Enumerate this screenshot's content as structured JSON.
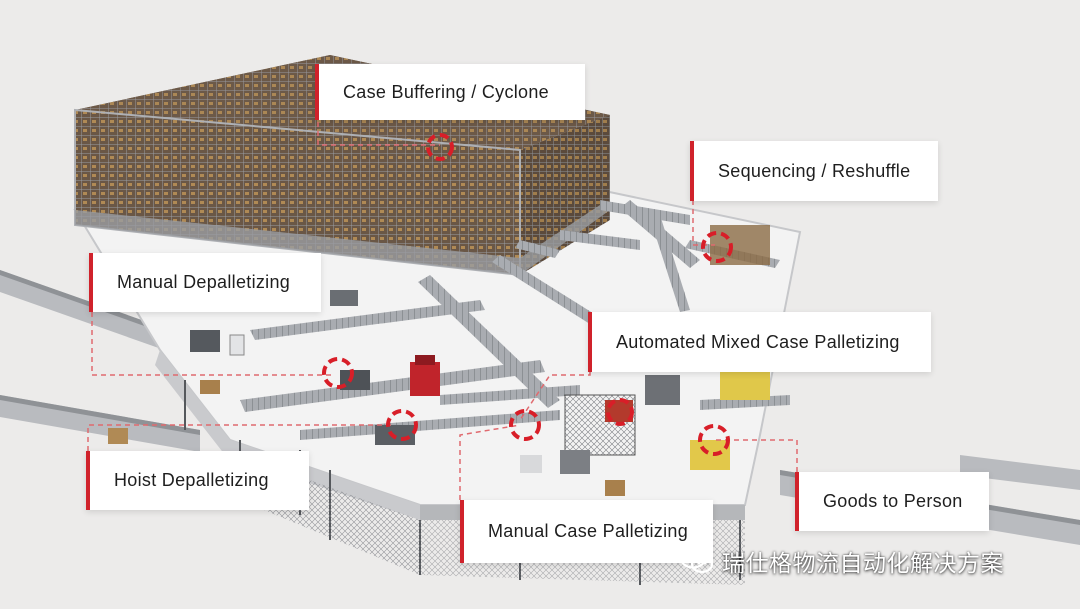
{
  "callouts": {
    "case_buffering": "Case Buffering / Cyclone",
    "sequencing": "Sequencing / Reshuffle",
    "manual_depalletizing": "Manual Depalletizing",
    "automated_mixed_case": "Automated Mixed Case Palletizing",
    "hoist_depalletizing": "Hoist Depalletizing",
    "goods_to_person": "Goods to Person",
    "manual_case_palletizing": "Manual Case Palletizing"
  },
  "watermark": {
    "text": "瑞仕格物流自动化解决方案",
    "icon": "wechat-icon"
  },
  "colors": {
    "accent": "#d0222b",
    "background": "#ecebea",
    "rack": "#6b5a48",
    "floor": "#f4f4f4"
  }
}
